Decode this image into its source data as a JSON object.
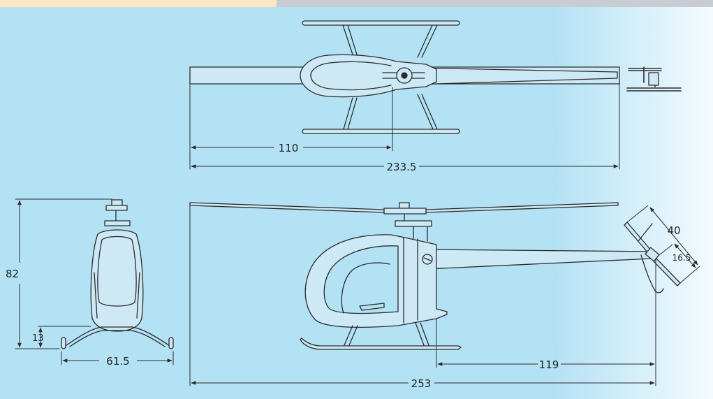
{
  "colors": {
    "band_left": "#fde6c4",
    "band_right": "#c7cdd2",
    "background_main": "#b4e2f5",
    "background_fade": "#f4fbfe",
    "stroke": "#2b2b2b",
    "fill_body": "#cde9f6"
  },
  "dimensions": {
    "top_view_nose_to_mast": "110",
    "top_view_overall_length": "233.5",
    "side_view_overall_length": "253",
    "side_view_mast_to_tail_rotor": "119",
    "tail_rotor_diameter": "40",
    "tail_rotor_offset": "16.5",
    "front_view_height": "82",
    "front_view_skid_height": "13",
    "front_view_skid_width": "61.5"
  }
}
